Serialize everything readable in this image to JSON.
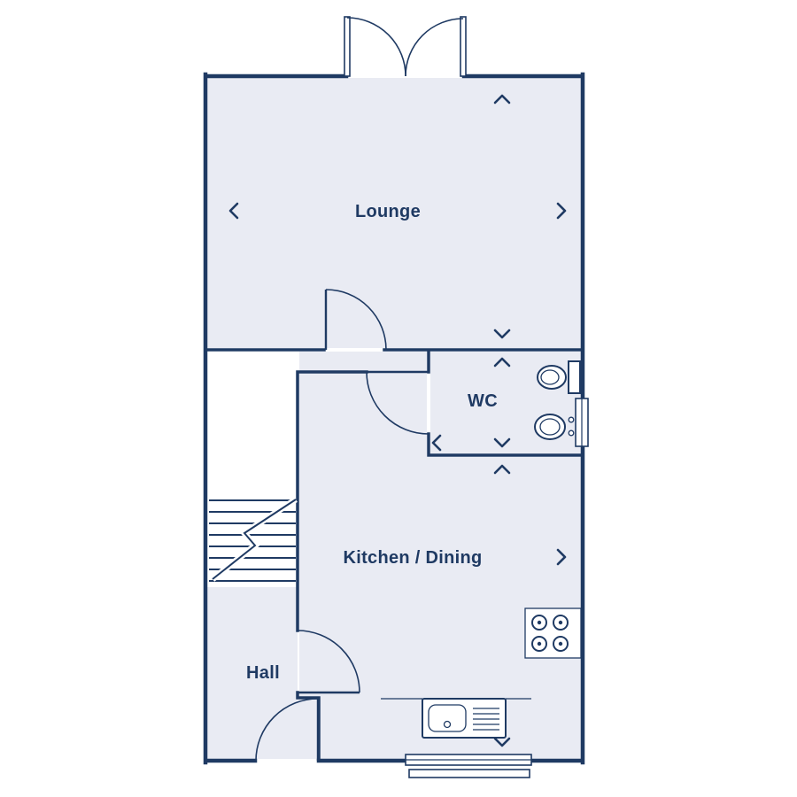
{
  "plan": {
    "type": "floor-plan",
    "colors": {
      "wall_line": "#1f3a63",
      "floor_fill": "#e9ebf3",
      "background": "#ffffff"
    },
    "rooms": [
      {
        "id": "lounge",
        "label": "Lounge"
      },
      {
        "id": "wc",
        "label": "WC"
      },
      {
        "id": "kitchen_dining",
        "label": "Kitchen / Dining"
      },
      {
        "id": "hall",
        "label": "Hall"
      }
    ],
    "fixtures": [
      "french-doors",
      "lounge-door",
      "wc-door",
      "kitchen-door",
      "front-door",
      "stairs",
      "toilet",
      "wash-basin",
      "hob",
      "sink-drainer",
      "wc-window",
      "kitchen-window",
      "exterior-sill"
    ],
    "markers": [
      {
        "room": "lounge",
        "dir": "up"
      },
      {
        "room": "lounge",
        "dir": "left"
      },
      {
        "room": "lounge",
        "dir": "right"
      },
      {
        "room": "lounge",
        "dir": "down"
      },
      {
        "room": "wc",
        "dir": "up"
      },
      {
        "room": "wc",
        "dir": "left"
      },
      {
        "room": "wc",
        "dir": "down"
      },
      {
        "room": "kitchen_dining",
        "dir": "up"
      },
      {
        "room": "kitchen_dining",
        "dir": "right"
      },
      {
        "room": "kitchen_dining",
        "dir": "down"
      }
    ]
  }
}
